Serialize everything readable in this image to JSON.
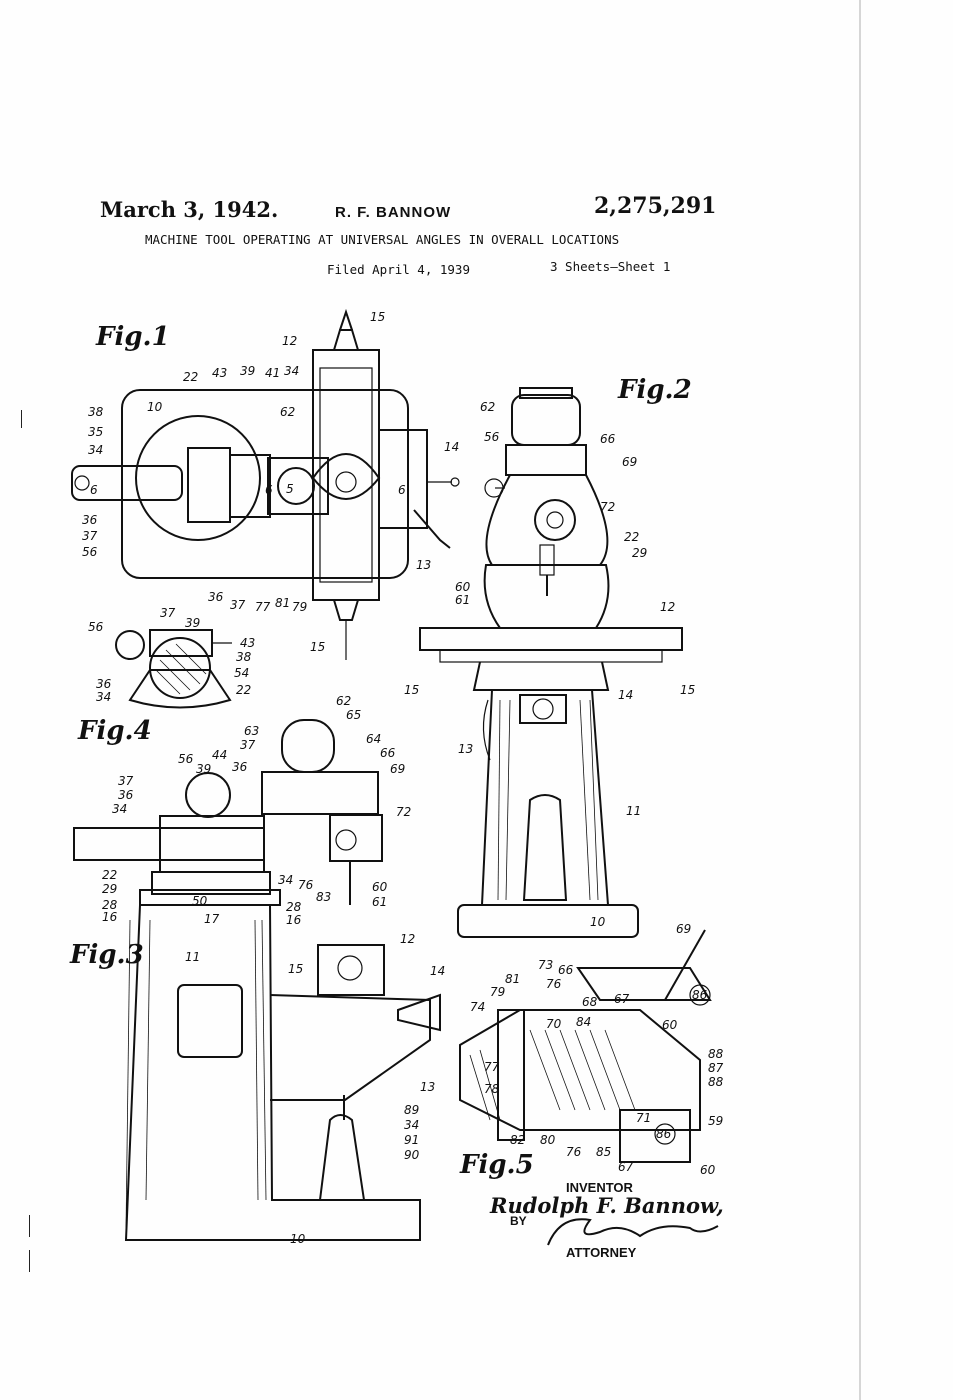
{
  "header": {
    "date": "March 3, 1942.",
    "inventor_short": "R. F. BANNOW",
    "patent_number": "2,275,291",
    "title": "MACHINE TOOL OPERATING AT UNIVERSAL ANGLES IN OVERALL LOCATIONS",
    "filed": "Filed April 4, 1939",
    "sheets": "3 Sheets—Sheet 1"
  },
  "figures": {
    "fig1": "Fig.1",
    "fig2": "Fig.2",
    "fig3": "Fig.3",
    "fig4": "Fig.4",
    "fig5": "Fig.5"
  },
  "signature": {
    "inventor_label": "INVENTOR",
    "inventor_name": "Rudolph F. Bannow,",
    "by": "BY",
    "attorney_label": "ATTORNEY"
  },
  "reference_numerals": [
    "15",
    "12",
    "22",
    "43",
    "39",
    "41",
    "34",
    "10",
    "38",
    "35",
    "34",
    "62",
    "14",
    "6",
    "6",
    "5",
    "6",
    "36",
    "37",
    "56",
    "36",
    "37",
    "77",
    "81",
    "79",
    "15",
    "13",
    "62",
    "56",
    "66",
    "69",
    "72",
    "22",
    "29",
    "60",
    "61",
    "12",
    "15",
    "14",
    "15",
    "13",
    "11",
    "10",
    "56",
    "37",
    "39",
    "43",
    "38",
    "54",
    "36",
    "34",
    "22",
    "62",
    "65",
    "63",
    "37",
    "64",
    "66",
    "69",
    "56",
    "44",
    "39",
    "36",
    "37",
    "36",
    "34",
    "72",
    "22",
    "29",
    "50",
    "34",
    "76",
    "83",
    "60",
    "61",
    "28",
    "16",
    "17",
    "28",
    "16",
    "11",
    "15",
    "12",
    "14",
    "13",
    "10",
    "73",
    "66",
    "76",
    "68",
    "67",
    "69",
    "86",
    "81",
    "79",
    "74",
    "70",
    "84",
    "60",
    "77",
    "78",
    "89",
    "34",
    "91",
    "82",
    "80",
    "76",
    "85",
    "90",
    "71",
    "86",
    "88",
    "87",
    "88",
    "59",
    "67",
    "60"
  ]
}
